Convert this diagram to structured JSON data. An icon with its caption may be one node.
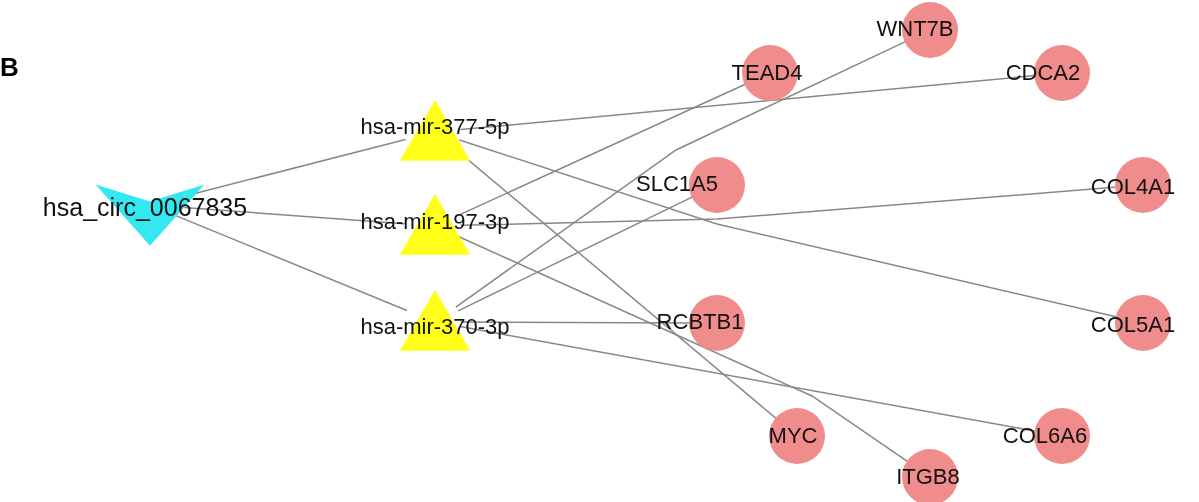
{
  "diagram": {
    "nodes": [
      {
        "text": [
          "hsa_circ_0067835"
        ]
      },
      {
        "text": [
          "hsa-mir-377-5p"
        ]
      },
      {
        "text": [
          "hsa-mir-197-3p"
        ]
      },
      {
        "text": [
          "hsa-mir-370-3p"
        ]
      },
      {
        "text": [
          "WNT7B"
        ]
      },
      {
        "text": [
          "TEAD4"
        ]
      },
      {
        "text": [
          "CDCA2"
        ]
      },
      {
        "text": [
          "SLC1A5"
        ]
      },
      {
        "text": [
          "COL4A1"
        ]
      },
      {
        "text": [
          "RCBTB1"
        ]
      },
      {
        "text": [
          "COL5A1"
        ]
      },
      {
        "text": [
          "MYC"
        ]
      },
      {
        "text": [
          "COL6A6"
        ]
      },
      {
        "text": [
          "ITGB8"
        ]
      }
    ],
    "edges": [
      {
        "from": 0,
        "to": 1,
        "arrow": "none"
      },
      {
        "from": 0,
        "to": 2,
        "arrow": "none"
      },
      {
        "from": 0,
        "to": 3,
        "arrow": "none"
      },
      {
        "from": 1,
        "to": 6,
        "arrow": "none"
      },
      {
        "from": 1,
        "to": 10,
        "arrow": "none"
      },
      {
        "from": 1,
        "to": 11,
        "arrow": "none"
      },
      {
        "from": 2,
        "to": 5,
        "arrow": "none"
      },
      {
        "from": 2,
        "to": 8,
        "arrow": "none"
      },
      {
        "from": 2,
        "to": 13,
        "arrow": "none"
      },
      {
        "from": 3,
        "to": 4,
        "arrow": "none"
      },
      {
        "from": 3,
        "to": 7,
        "arrow": "none"
      },
      {
        "from": 3,
        "to": 9,
        "arrow": "none"
      },
      {
        "from": 3,
        "to": 12,
        "arrow": "none"
      }
    ],
    "labels": [
      "B"
    ]
  }
}
